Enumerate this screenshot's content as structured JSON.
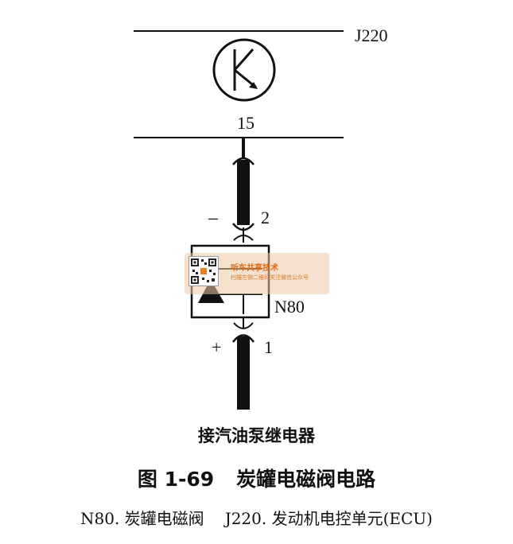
{
  "diagram": {
    "labels": {
      "ecu": "J220",
      "terminal_15": "15",
      "pin_2": "2",
      "minus": "–",
      "pin_1": "1",
      "plus": "+",
      "valve": "N80"
    },
    "pump_relay_label": "接汽油泵继电器"
  },
  "caption": {
    "figure_number": "图 1-69",
    "figure_title": "炭罐电磁阀电路"
  },
  "legend": {
    "item_1": "N80. 炭罐电磁阀",
    "item_2": "J220. 发动机电控单元(ECU)"
  },
  "watermark": {
    "title": "听车共享技术",
    "subtitle": "扫描左侧二维码关注微信公众号"
  }
}
